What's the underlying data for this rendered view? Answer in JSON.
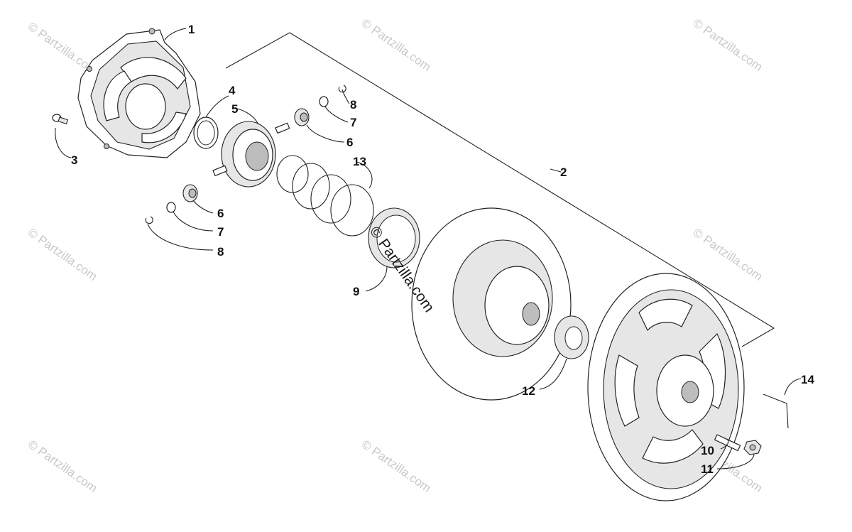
{
  "callouts": [
    "1",
    "2",
    "3",
    "4",
    "5",
    "6",
    "6",
    "7",
    "7",
    "8",
    "8",
    "9",
    "10",
    "11",
    "12",
    "13",
    "14"
  ],
  "watermark": "© Partzilla.com",
  "center_watermark": "© Partzilla.com"
}
